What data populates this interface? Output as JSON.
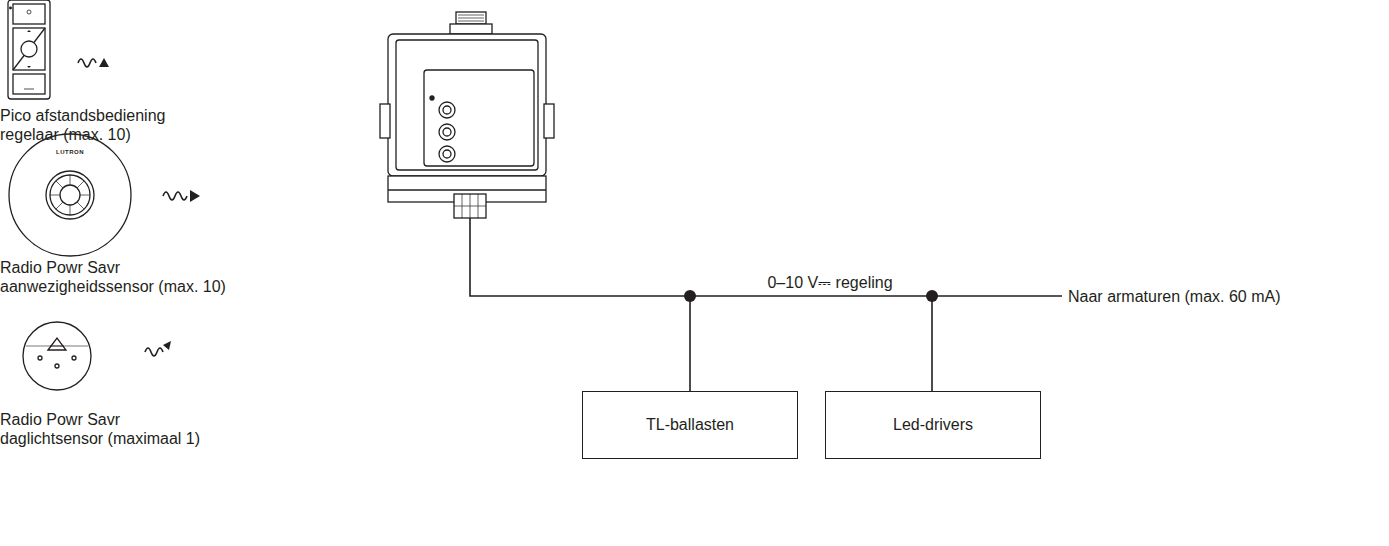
{
  "diagram": {
    "nodes": [
      {
        "text": [
          "TL-ballasten"
        ]
      },
      {
        "text": [
          "Led-drivers"
        ]
      }
    ],
    "labels": [
      "Pico afstandsbediening regelaar (max. 10)",
      "LUTRON",
      "Radio Powr Savr aanwezigheidssensor (max. 10)",
      "Radio Powr Savr daglichtsensor (maximaal 1)",
      "0–10 V⎓ regeling",
      "Naar armaturen (max. 60 mA)"
    ]
  }
}
